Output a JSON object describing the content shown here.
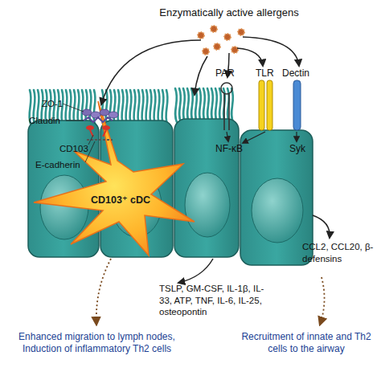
{
  "diagram": {
    "nodes": [
      {
        "text": [
          "CD103⁺ cDC"
        ]
      }
    ],
    "labels": [
      "Enzymatically active allergens",
      "ZO-1",
      "Claudin",
      "CD103",
      "E-cadherin",
      "PAR",
      "TLR",
      "Dectin",
      "NF-κB",
      "Syk",
      "TSLP, GM-CSF, IL-1β, IL-33, ATP, TNF, IL-6, IL-25, osteopontin",
      "CCL2, CCL20, β-defensins",
      "Enhanced migration to lymph nodes, Induction of inflammatory Th2 cells",
      "Recruitment of innate and Th2 cells to the airway"
    ]
  }
}
